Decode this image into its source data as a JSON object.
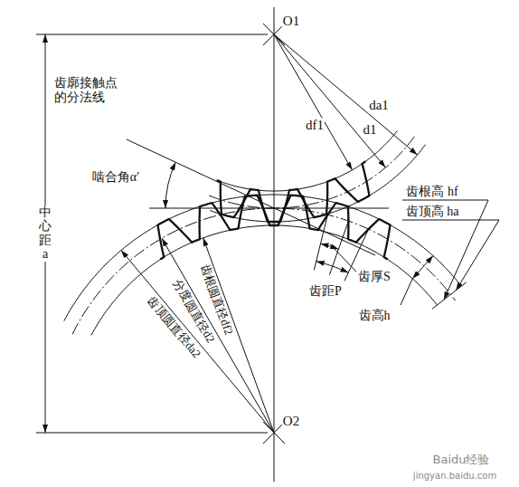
{
  "diagram": {
    "labels": [
      "O1",
      "da1",
      "d1",
      "df1",
      "齿廓接触点 的分法线",
      "啮合角α′",
      "中心距a",
      "齿根高 hf",
      "齿顶高 ha",
      "齿厚S",
      "齿距P",
      "齿高h",
      "分度圆直径d2",
      "齿根圆直径df2",
      "齿顶圆直径da2",
      "O2",
      "Baidu经验",
      "jingyan.baidu.com"
    ]
  }
}
